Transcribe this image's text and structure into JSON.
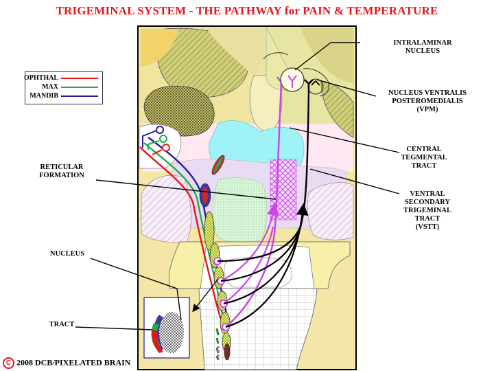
{
  "title": "TRIGEMINAL SYSTEM - THE PATHWAY for PAIN & TEMPERATURE",
  "legend": {
    "items": [
      {
        "label": "OPHTHAL",
        "color": "#e8141b"
      },
      {
        "label": "MAX",
        "color": "#18b04a"
      },
      {
        "label": "MANDIB",
        "color": "#2a1a9c"
      }
    ]
  },
  "labels": {
    "intralaminar": [
      "INTRALAMINAR",
      "NUCLEUS"
    ],
    "vpm": [
      "NUCLEUS VENTRALIS",
      "POSTEROMEDIALIS",
      "(VPM)"
    ],
    "ctt": [
      "CENTRAL",
      "TEGMENTAL",
      "TRACT"
    ],
    "vstt": [
      "VENTRAL",
      "SECONDARY",
      "TRIGEMINAL",
      "TRACT",
      "(VSTT)"
    ],
    "reticular": [
      "RETICULAR",
      "FORMATION"
    ],
    "nucleus": "NUCLEUS",
    "tract": "TRACT"
  },
  "copyright": {
    "symbol": "C",
    "text": "2008  DCB/PIXELATED BRAIN"
  },
  "colors": {
    "ophthal": "#e8141b",
    "max": "#18b04a",
    "mandib": "#2a1a9c",
    "pathway": "#cc44e8",
    "secondary": "#000000",
    "title": "#e8141b"
  }
}
